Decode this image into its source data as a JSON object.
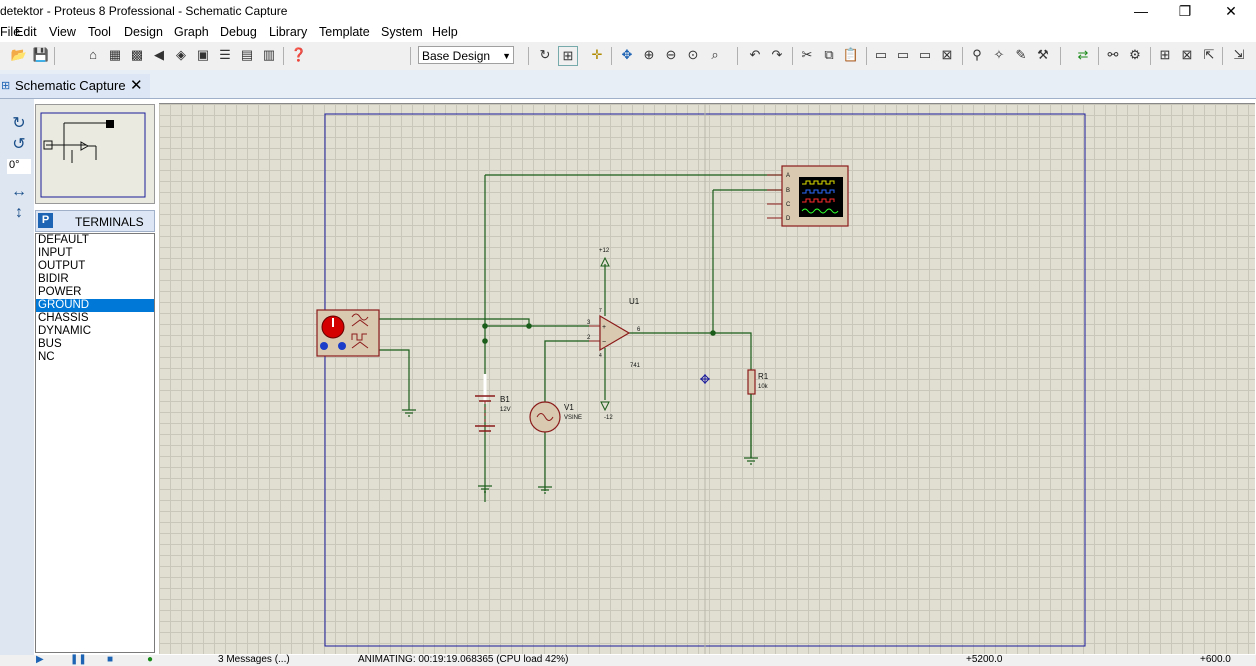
{
  "window": {
    "title": "detektor - Proteus 8 Professional - Schematic Capture",
    "minimize_glyph": "—",
    "restore_glyph": "❐",
    "close_glyph": "✕"
  },
  "menu": [
    "File",
    "Edit",
    "View",
    "Tool",
    "Design",
    "Graph",
    "Debug",
    "Library",
    "Template",
    "System",
    "Help"
  ],
  "toolbar": {
    "design_select": "Base Design"
  },
  "tab": {
    "label": "Schematic Capture"
  },
  "left": {
    "rotation": "0°"
  },
  "terminals": {
    "header": "TERMINALS",
    "items": [
      "DEFAULT",
      "INPUT",
      "OUTPUT",
      "BIDIR",
      "POWER",
      "GROUND",
      "CHASSIS",
      "DYNAMIC",
      "BUS",
      "NC"
    ],
    "selected": "GROUND"
  },
  "schematic": {
    "scope_channels": [
      "A",
      "B",
      "C",
      "D"
    ],
    "u1": {
      "ref": "U1",
      "part": "741",
      "vplus": "+12",
      "vminus": "-12",
      "pin_in_plus": "3",
      "pin_in_minus": "2",
      "pin_out": "6",
      "pin_top": "7",
      "pin_bot": "4"
    },
    "b1": {
      "ref": "B1",
      "value": "12V"
    },
    "v1": {
      "ref": "V1",
      "value": "VSINE"
    },
    "r1": {
      "ref": "R1",
      "value": "10k"
    }
  },
  "colors": {
    "wire": "#1a5c1a",
    "component": "#8b1a1a",
    "sheet_border": "#1a1a9a",
    "grid_bg": "#e0dfd1",
    "selection": "#0078d7"
  },
  "status": {
    "msgs": "3 Messages (...)",
    "anim": "ANIMATING: 00:19:19.068365 (CPU load 42%)",
    "coord_x": "+5200.0",
    "coord_y": "+600.0"
  }
}
